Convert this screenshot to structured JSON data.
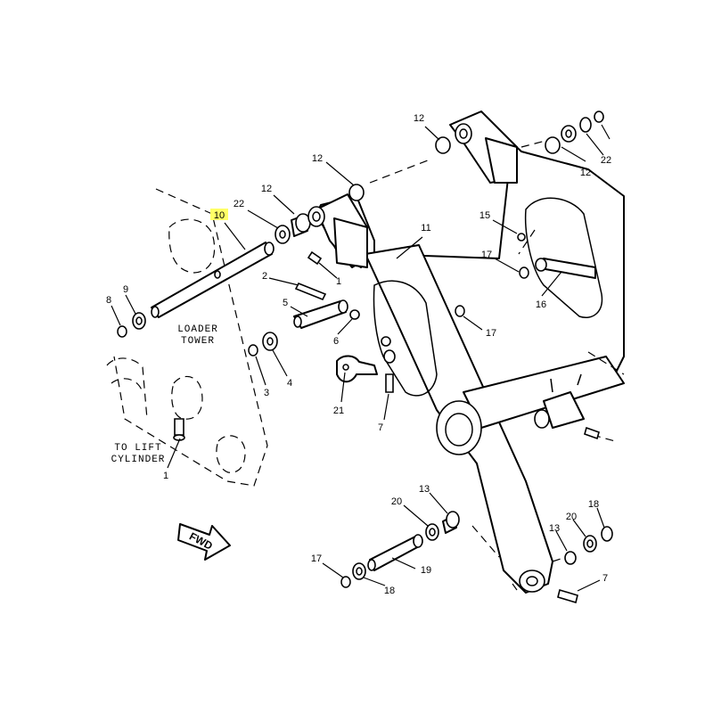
{
  "notes": {
    "loader_tower": [
      "LOADER",
      "TOWER"
    ],
    "to_lift_cylinder": [
      "TO LIFT",
      "CYLINDER"
    ],
    "direction": "FWD"
  },
  "callouts": [
    {
      "id": "c10-a",
      "text": "10",
      "highlight": true
    },
    {
      "id": "c22-a",
      "text": "22"
    },
    {
      "id": "c12-a",
      "text": "12"
    },
    {
      "id": "c12-b",
      "text": "12"
    },
    {
      "id": "c12-c",
      "text": "12"
    },
    {
      "id": "c12-d",
      "text": "12"
    },
    {
      "id": "c22-b",
      "text": "22"
    },
    {
      "id": "c15",
      "text": "15"
    },
    {
      "id": "c11",
      "text": "11"
    },
    {
      "id": "c17-a",
      "text": "17"
    },
    {
      "id": "c16",
      "text": "16"
    },
    {
      "id": "c17-b",
      "text": "17"
    },
    {
      "id": "c8",
      "text": "8"
    },
    {
      "id": "c9",
      "text": "9"
    },
    {
      "id": "c2",
      "text": "2"
    },
    {
      "id": "c1-a",
      "text": "1"
    },
    {
      "id": "c5",
      "text": "5"
    },
    {
      "id": "c6",
      "text": "6"
    },
    {
      "id": "c3",
      "text": "3"
    },
    {
      "id": "c4",
      "text": "4"
    },
    {
      "id": "c21",
      "text": "21"
    },
    {
      "id": "c7-a",
      "text": "7"
    },
    {
      "id": "c1-b",
      "text": "1"
    },
    {
      "id": "c20-a",
      "text": "20"
    },
    {
      "id": "c13-a",
      "text": "13"
    },
    {
      "id": "c19",
      "text": "19"
    },
    {
      "id": "c17-c",
      "text": "17"
    },
    {
      "id": "c18-a",
      "text": "18"
    },
    {
      "id": "c18-b",
      "text": "18"
    },
    {
      "id": "c13-b",
      "text": "13"
    },
    {
      "id": "c20-b",
      "text": "20"
    },
    {
      "id": "c7-b",
      "text": "7"
    }
  ]
}
